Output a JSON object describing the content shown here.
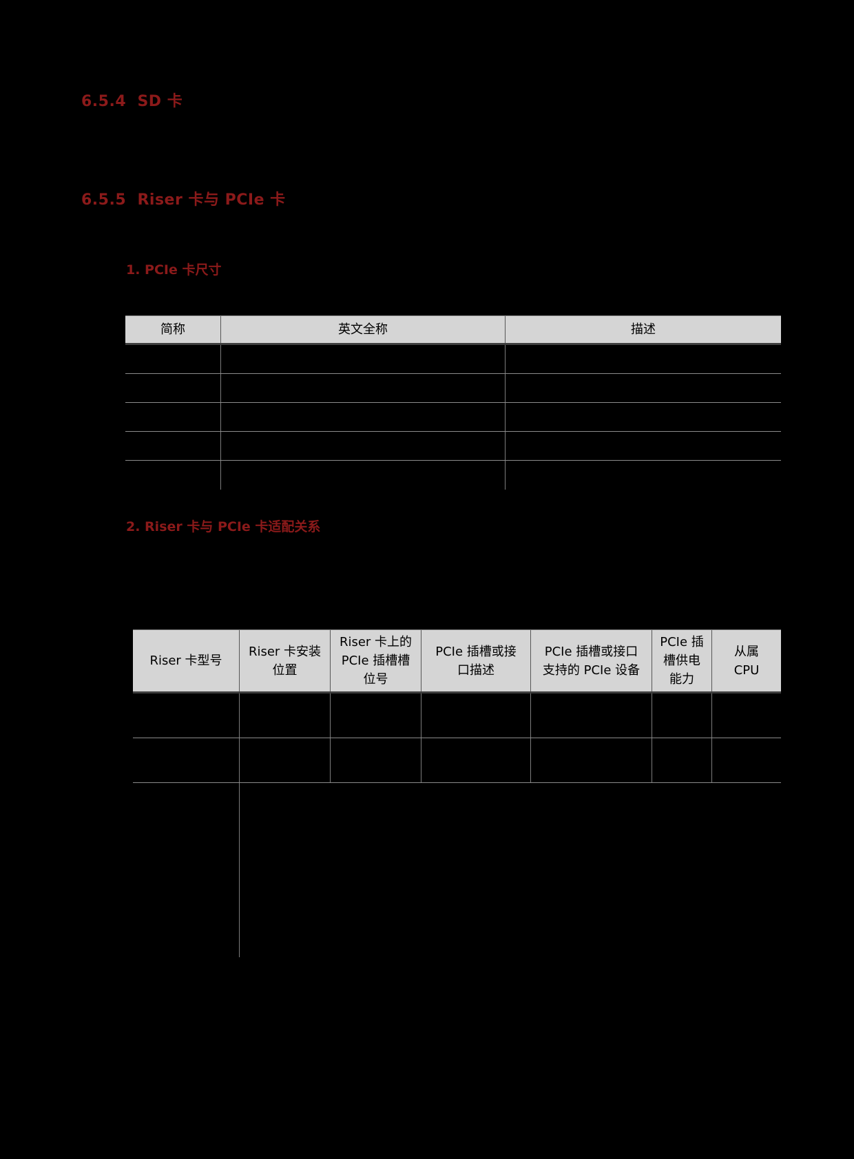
{
  "colors": {
    "background": "#000000",
    "heading_red": "#8B1A1A",
    "table_header_bg": "#D5D5D5",
    "gridline": "#8C8C8C"
  },
  "headings": {
    "section_654": "6.5.4  SD 卡",
    "section_655": "6.5.5  Riser 卡与 PCIe 卡",
    "sub_1": "1. PCIe 卡尺寸",
    "sub_2": "2. Riser 卡与 PCIe 卡适配关系"
  },
  "table1": {
    "headers": [
      "简称",
      "英文全称",
      "描述"
    ],
    "rows": [
      [
        "",
        "",
        ""
      ],
      [
        "",
        "",
        ""
      ],
      [
        "",
        "",
        ""
      ],
      [
        "",
        "",
        ""
      ],
      [
        "",
        "",
        ""
      ]
    ]
  },
  "table2": {
    "headers": [
      "Riser 卡型号",
      "Riser 卡安装位置",
      "Riser 卡上的 PCIe 插槽槽位号",
      "PCIe 插槽或接口描述",
      "PCIe 插槽或接口支持的 PCIe 设备",
      "PCIe 插槽供电能力",
      "从属 CPU"
    ],
    "rows": [
      [
        "",
        "",
        "",
        "",
        "",
        "",
        ""
      ],
      [
        "",
        "",
        "",
        "",
        "",
        "",
        ""
      ],
      [
        "",
        "",
        "",
        "",
        "",
        "",
        ""
      ]
    ]
  }
}
